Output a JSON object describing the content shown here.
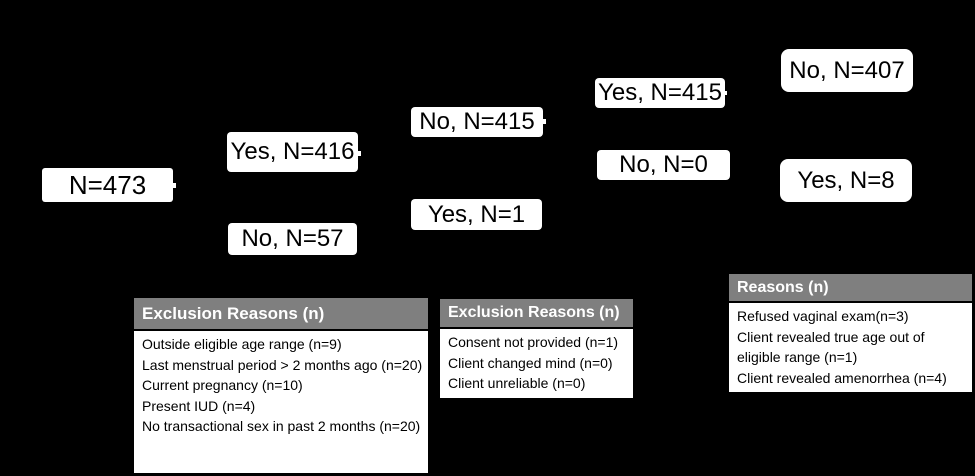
{
  "figure": {
    "type": "screening-flow-diagram",
    "colors": {
      "background": "#000000",
      "node_fill": "#ffffff",
      "node_text": "#000000",
      "table_header_fill": "#7f7f7f",
      "table_header_text": "#ffffff",
      "table_body_fill": "#ffffff",
      "table_body_text": "#000000"
    }
  },
  "nodes": [
    {
      "label": "N=473"
    },
    {
      "label": "Yes, N=416"
    },
    {
      "label": "No, N=57"
    },
    {
      "label": "No, N=415"
    },
    {
      "label": "Yes, N=1"
    },
    {
      "label": "Yes, N=415"
    },
    {
      "label": "No, N=0"
    },
    {
      "label": "No, N=407"
    },
    {
      "label": "Yes, N=8"
    }
  ],
  "tables": [
    {
      "title": "Exclusion Reasons (n)",
      "items": [
        "Outside eligible age range (n=9)",
        "Last menstrual period > 2 months ago (n=20)",
        "Current pregnancy (n=10)",
        "Present IUD (n=4)",
        "No transactional sex in past 2 months (n=20)"
      ]
    },
    {
      "title": "Exclusion Reasons (n)",
      "items": [
        "Consent not provided (n=1)",
        "Client changed mind (n=0)",
        "Client unreliable (n=0)"
      ]
    },
    {
      "title": "Reasons (n)",
      "items": [
        "Refused vaginal exam(n=3)",
        "Client revealed true age out of eligible range (n=1)",
        "Client revealed amenorrhea (n=4)"
      ]
    }
  ]
}
